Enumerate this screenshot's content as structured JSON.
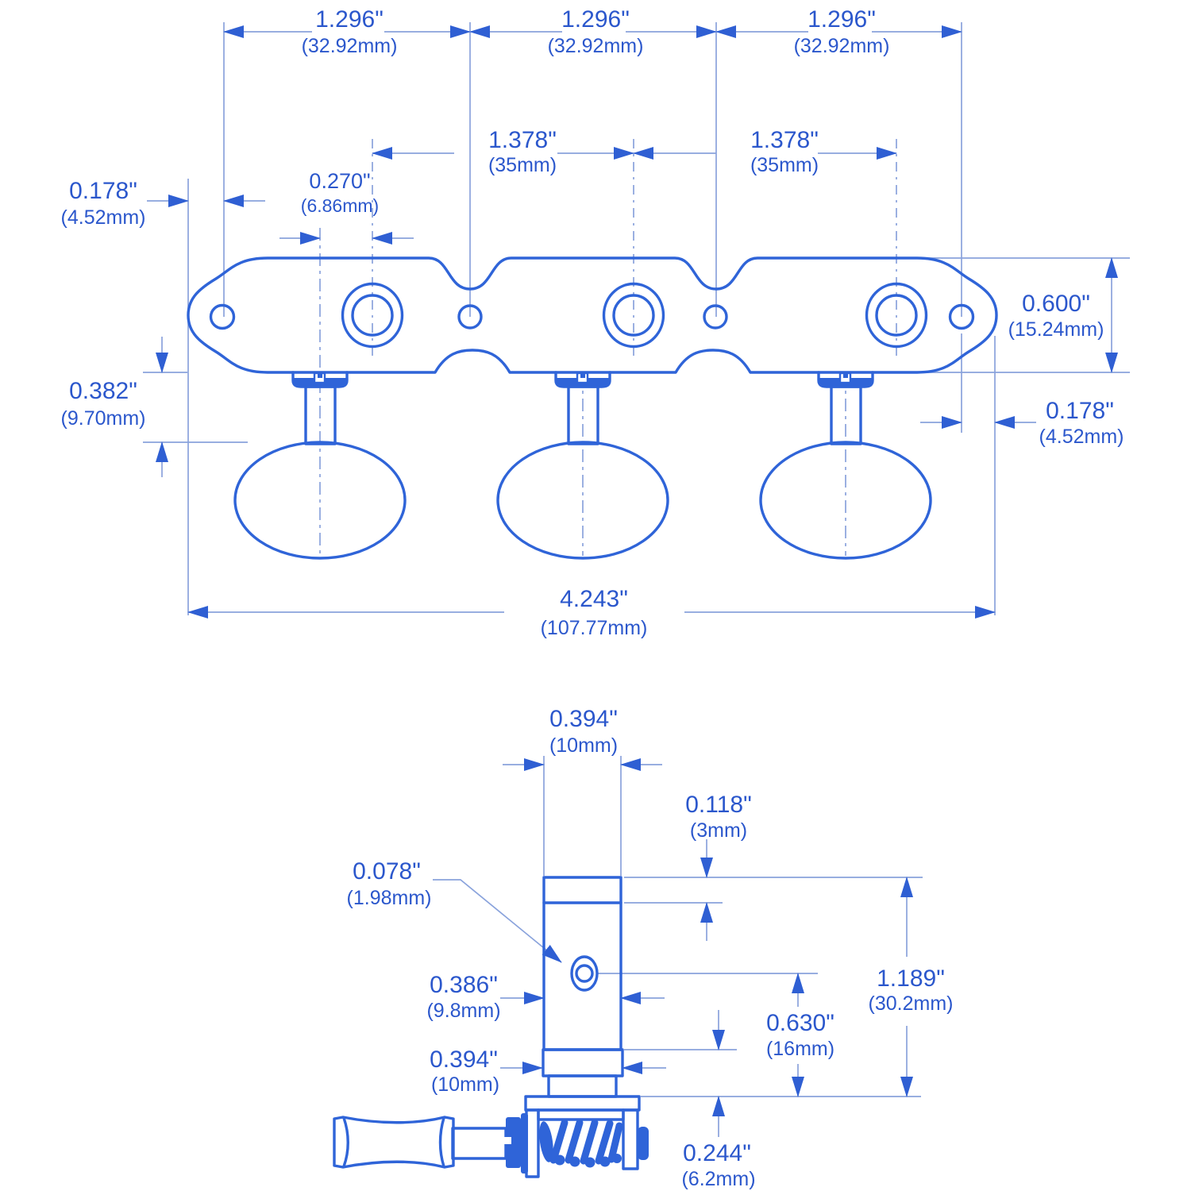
{
  "drawing": {
    "subject": "classical-guitar-tuner-machine-head",
    "views": {
      "top": "plate-front-view",
      "side": "post-side-view"
    },
    "colors": {
      "part_line": "#2f64d8",
      "text": "#2b57cc",
      "thin_line": "#8aa3dc",
      "background": "#ffffff"
    }
  },
  "dims": {
    "spacing_1": {
      "in": "1.296\"",
      "mm": "(32.92mm)"
    },
    "spacing_2": {
      "in": "1.296\"",
      "mm": "(32.92mm)"
    },
    "spacing_3": {
      "in": "1.296\"",
      "mm": "(32.92mm)"
    },
    "post_spacing_1": {
      "in": "1.378\"",
      "mm": "(35mm)"
    },
    "post_spacing_2": {
      "in": "1.378\"",
      "mm": "(35mm)"
    },
    "edge_offset_left": {
      "in": "0.178\"",
      "mm": "(4.52mm)"
    },
    "post_offset": {
      "in": "0.270\"",
      "mm": "(6.86mm)"
    },
    "plate_to_button": {
      "in": "0.382\"",
      "mm": "(9.70mm)"
    },
    "plate_width": {
      "in": "0.600\"",
      "mm": "(15.24mm)"
    },
    "edge_offset_right": {
      "in": "0.178\"",
      "mm": "(4.52mm)"
    },
    "total_length": {
      "in": "4.243\"",
      "mm": "(107.77mm)"
    },
    "post_top_dia": {
      "in": "0.394\"",
      "mm": "(10mm)"
    },
    "cap_height": {
      "in": "0.118\"",
      "mm": "(3mm)"
    },
    "string_hole_dia": {
      "in": "0.078\"",
      "mm": "(1.98mm)"
    },
    "post_dia": {
      "in": "0.386\"",
      "mm": "(9.8mm)"
    },
    "bushing_dia": {
      "in": "0.394\"",
      "mm": "(10mm)"
    },
    "hole_to_plate": {
      "in": "0.630\"",
      "mm": "(16mm)"
    },
    "post_length": {
      "in": "1.189\"",
      "mm": "(30.2mm)"
    },
    "bushing_height": {
      "in": "0.244\"",
      "mm": "(6.2mm)"
    }
  }
}
